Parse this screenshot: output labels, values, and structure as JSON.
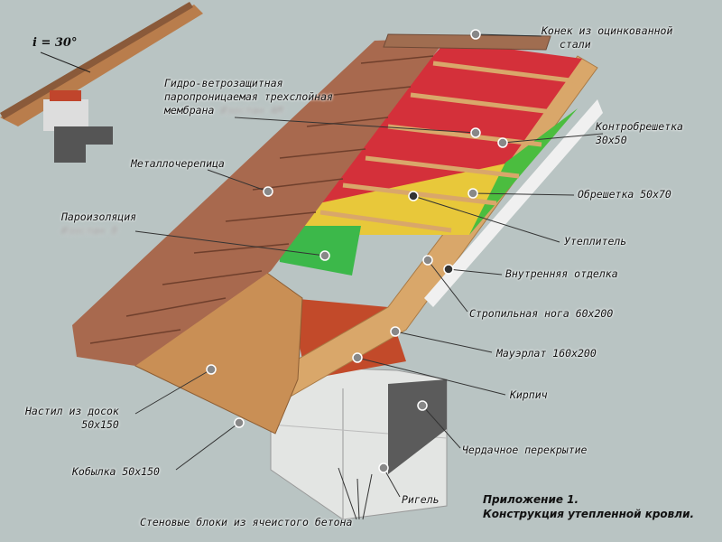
{
  "inset": {
    "slope_label": "i = 30°"
  },
  "labels": {
    "ridge": [
      "Конек из оцинкованной",
      "стали"
    ],
    "membrane": [
      "Гидро-ветрозащитная",
      "паропроницаемая трехслойная",
      "мембрана"
    ],
    "membrane_brand": "Изоспан АМ",
    "counter_batten": [
      "Контробрешетка",
      "30x50"
    ],
    "metal_tile": "Металлочерепица",
    "batten": "Обрешетка 50x70",
    "vapor_barrier": "Пароизоляция",
    "vapor_brand": "Изоспан В",
    "insulation": "Утеплитель",
    "inner_finish": "Внутренняя отделка",
    "rafter": "Стропильная нога 60x200",
    "wall_plate": "Мауэрлат 160x200",
    "brick": "Кирпич",
    "decking": [
      "Настил из досок",
      "50x150"
    ],
    "attic_floor": "Чердачное перекрытие",
    "rafter_tail": "Кобылка 50x150",
    "beam": "Ригель",
    "wall_blocks": "Стеновые блоки из ячеистого бетона"
  },
  "caption": [
    "Приложение 1.",
    "Конструкция утепленной кровли."
  ],
  "colors": {
    "background": "#b9c4c3",
    "tile": "#a8694e",
    "membrane": "#d4303a",
    "insulation": "#e8c83a",
    "vapor": "#3cb84a",
    "wood": "#d9a76a"
  }
}
